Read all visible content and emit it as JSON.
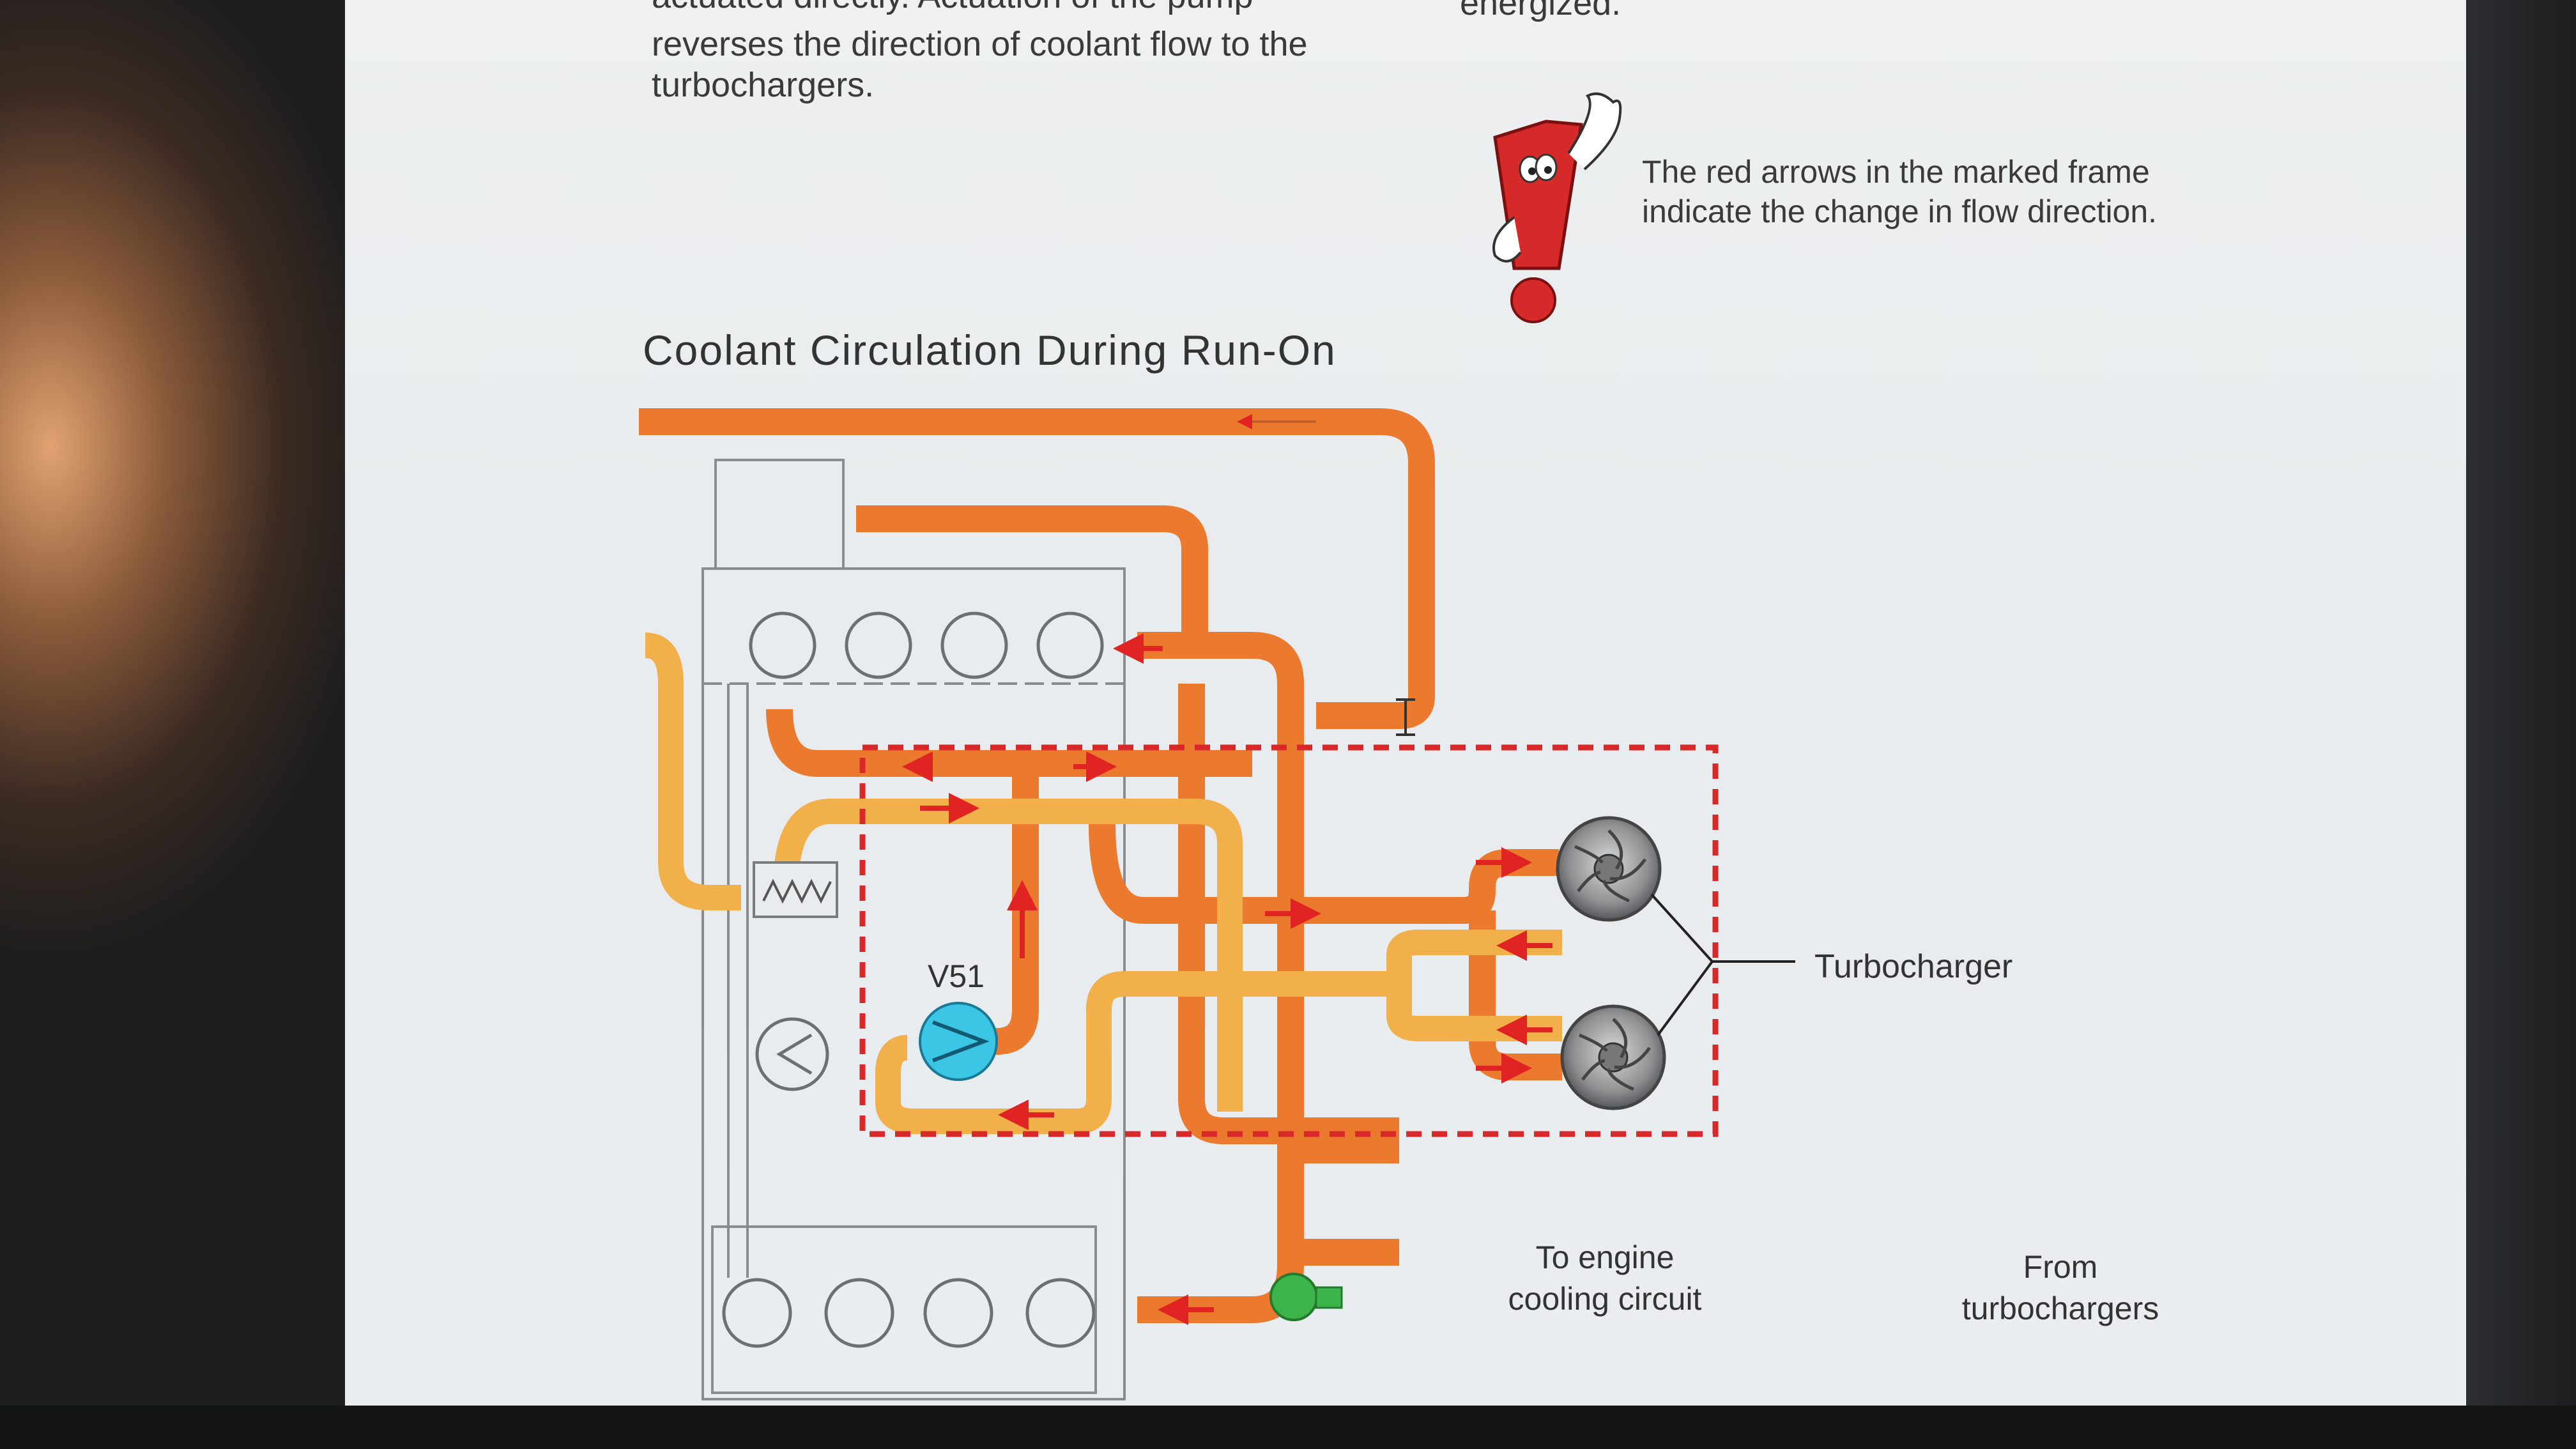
{
  "intro_text": {
    "line1": "actuated directly. Actuation of the pump",
    "line2": "reverses the direction of coolant flow to the",
    "line3": "turbochargers.",
    "energized": "energized."
  },
  "note": {
    "line1": "The red arrows in the marked frame",
    "line2": "indicate the change in flow direction."
  },
  "diagram": {
    "title": "Coolant Circulation During Run-On",
    "pump_label": "V51",
    "turbocharger_label": "Turbocharger",
    "to_engine_line1": "To engine",
    "to_engine_line2": "cooling circuit",
    "from_turbo_line1": "From",
    "from_turbo_line2": "turbochargers"
  },
  "colors": {
    "pipe_orange": "#ec7a2e",
    "pipe_yellow": "#f2b04a",
    "arrow_red": "#e02424",
    "frame_red": "#d8282a",
    "pump_cyan": "#3cc6e6",
    "valve_green": "#3cb44a"
  },
  "icons": [
    "exclamation-mascot-icon",
    "turbocharger-icon",
    "pump-icon",
    "heat-exchanger-icon",
    "valve-icon"
  ]
}
